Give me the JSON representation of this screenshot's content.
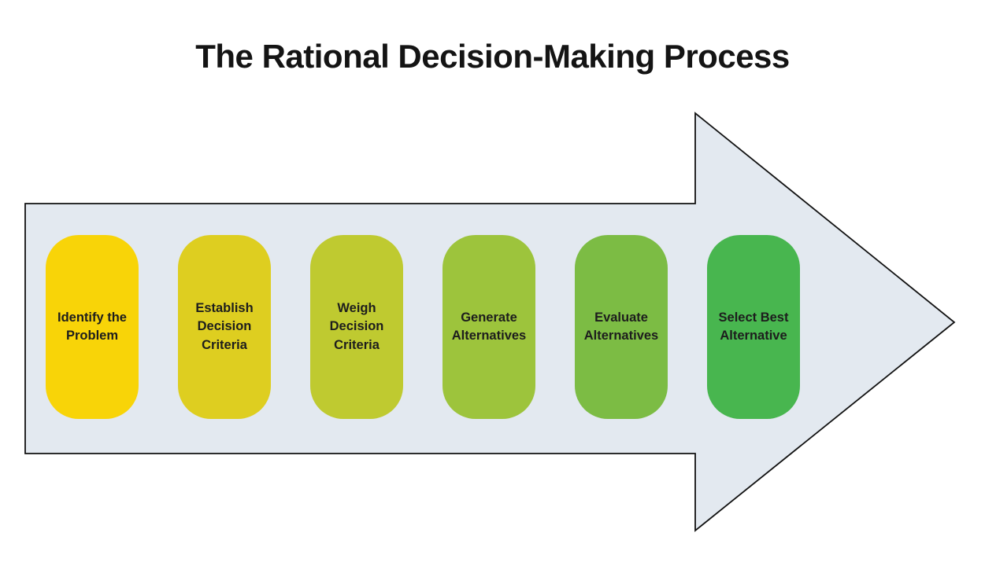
{
  "title": "The Rational Decision-Making Process",
  "diagram": {
    "arrow": {
      "fill": "#E3E9F0",
      "stroke": "#111111"
    },
    "text_color": "#1d1d1d",
    "steps": [
      {
        "label": "Identify the Problem",
        "color": "#F8D408"
      },
      {
        "label": "Establish Decision Criteria",
        "color": "#DECE20"
      },
      {
        "label": "Weigh Decision Criteria",
        "color": "#BFCA30"
      },
      {
        "label": "Generate Alternatives",
        "color": "#9DC43C"
      },
      {
        "label": "Evaluate Alternatives",
        "color": "#7CBC44"
      },
      {
        "label": "Select Best Alternative",
        "color": "#48B64F"
      }
    ]
  }
}
